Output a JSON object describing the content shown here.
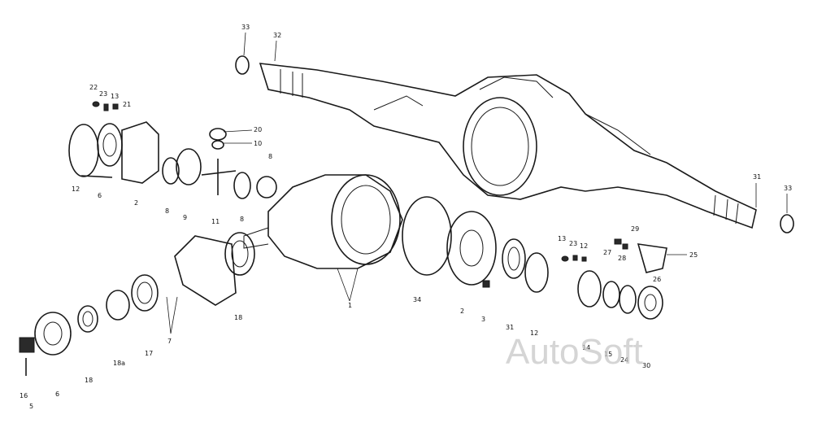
{
  "diagram": {
    "watermark": "AutoSoft",
    "callouts": [
      "33",
      "32",
      "22",
      "23",
      "13",
      "21",
      "12",
      "6",
      "2",
      "8",
      "9",
      "20",
      "10",
      "11",
      "8",
      "8",
      "1",
      "34",
      "2",
      "3",
      "31",
      "12",
      "13",
      "23",
      "12",
      "29",
      "25",
      "27",
      "28",
      "26",
      "14",
      "15",
      "24",
      "30",
      "31",
      "33",
      "18",
      "7",
      "17",
      "18a",
      "18",
      "6",
      "5",
      "16"
    ]
  }
}
